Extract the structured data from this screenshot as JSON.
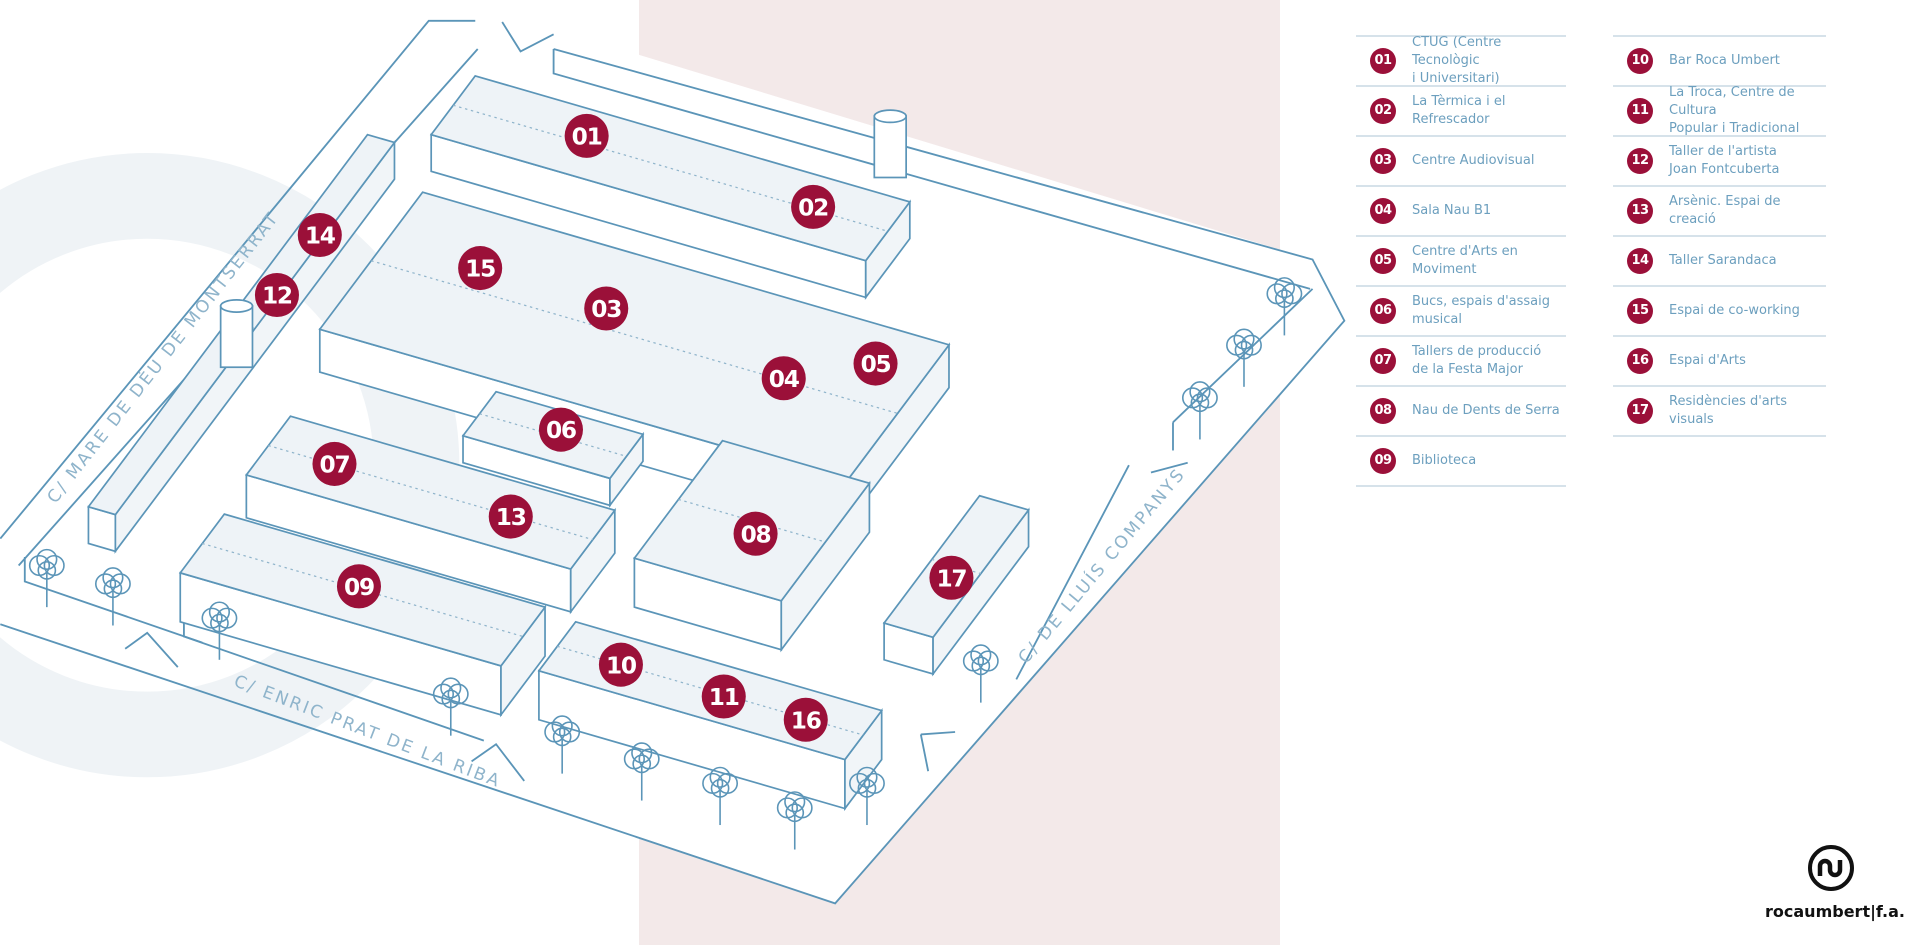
{
  "colors": {
    "line": "#5b95b8",
    "marker": "#9b1039",
    "legend_text": "#6c9fbe",
    "background_band": "#f3e9e9"
  },
  "streets": {
    "left": "C/ MARE DE DÉU DE MONTSERRAT",
    "bottom": "C/ ENRIC PRAT DE LA RIBA",
    "right": "C/ DE LLUÍS COMPANYS"
  },
  "legend": {
    "column1": [
      {
        "num": "01",
        "label": "CTUG (Centre Tecnològic\ni Universitari)"
      },
      {
        "num": "02",
        "label": "La Tèrmica i el Refrescador"
      },
      {
        "num": "03",
        "label": "Centre Audiovisual"
      },
      {
        "num": "04",
        "label": "Sala Nau B1"
      },
      {
        "num": "05",
        "label": "Centre d'Arts en Moviment"
      },
      {
        "num": "06",
        "label": "Bucs, espais d'assaig\nmusical"
      },
      {
        "num": "07",
        "label": "Tallers de producció\nde la Festa Major"
      },
      {
        "num": "08",
        "label": "Nau de Dents de Serra"
      },
      {
        "num": "09",
        "label": "Biblioteca"
      }
    ],
    "column2": [
      {
        "num": "10",
        "label": "Bar Roca Umbert"
      },
      {
        "num": "11",
        "label": "La Troca, Centre de Cultura\nPopular i Tradicional"
      },
      {
        "num": "12",
        "label": "Taller de l'artista\nJoan Fontcuberta"
      },
      {
        "num": "13",
        "label": "Arsènic. Espai de creació"
      },
      {
        "num": "14",
        "label": "Taller Sarandaca"
      },
      {
        "num": "15",
        "label": "Espai de co-working"
      },
      {
        "num": "16",
        "label": "Espai d'Arts"
      },
      {
        "num": "17",
        "label": "Residències d'arts visuals"
      }
    ]
  },
  "markers": [
    "01",
    "02",
    "03",
    "04",
    "05",
    "06",
    "07",
    "08",
    "09",
    "10",
    "11",
    "12",
    "13",
    "14",
    "15",
    "16",
    "17"
  ],
  "logo": {
    "text": "rocaumbert|f.a.",
    "icon": "rocaumbert-logo-icon"
  }
}
